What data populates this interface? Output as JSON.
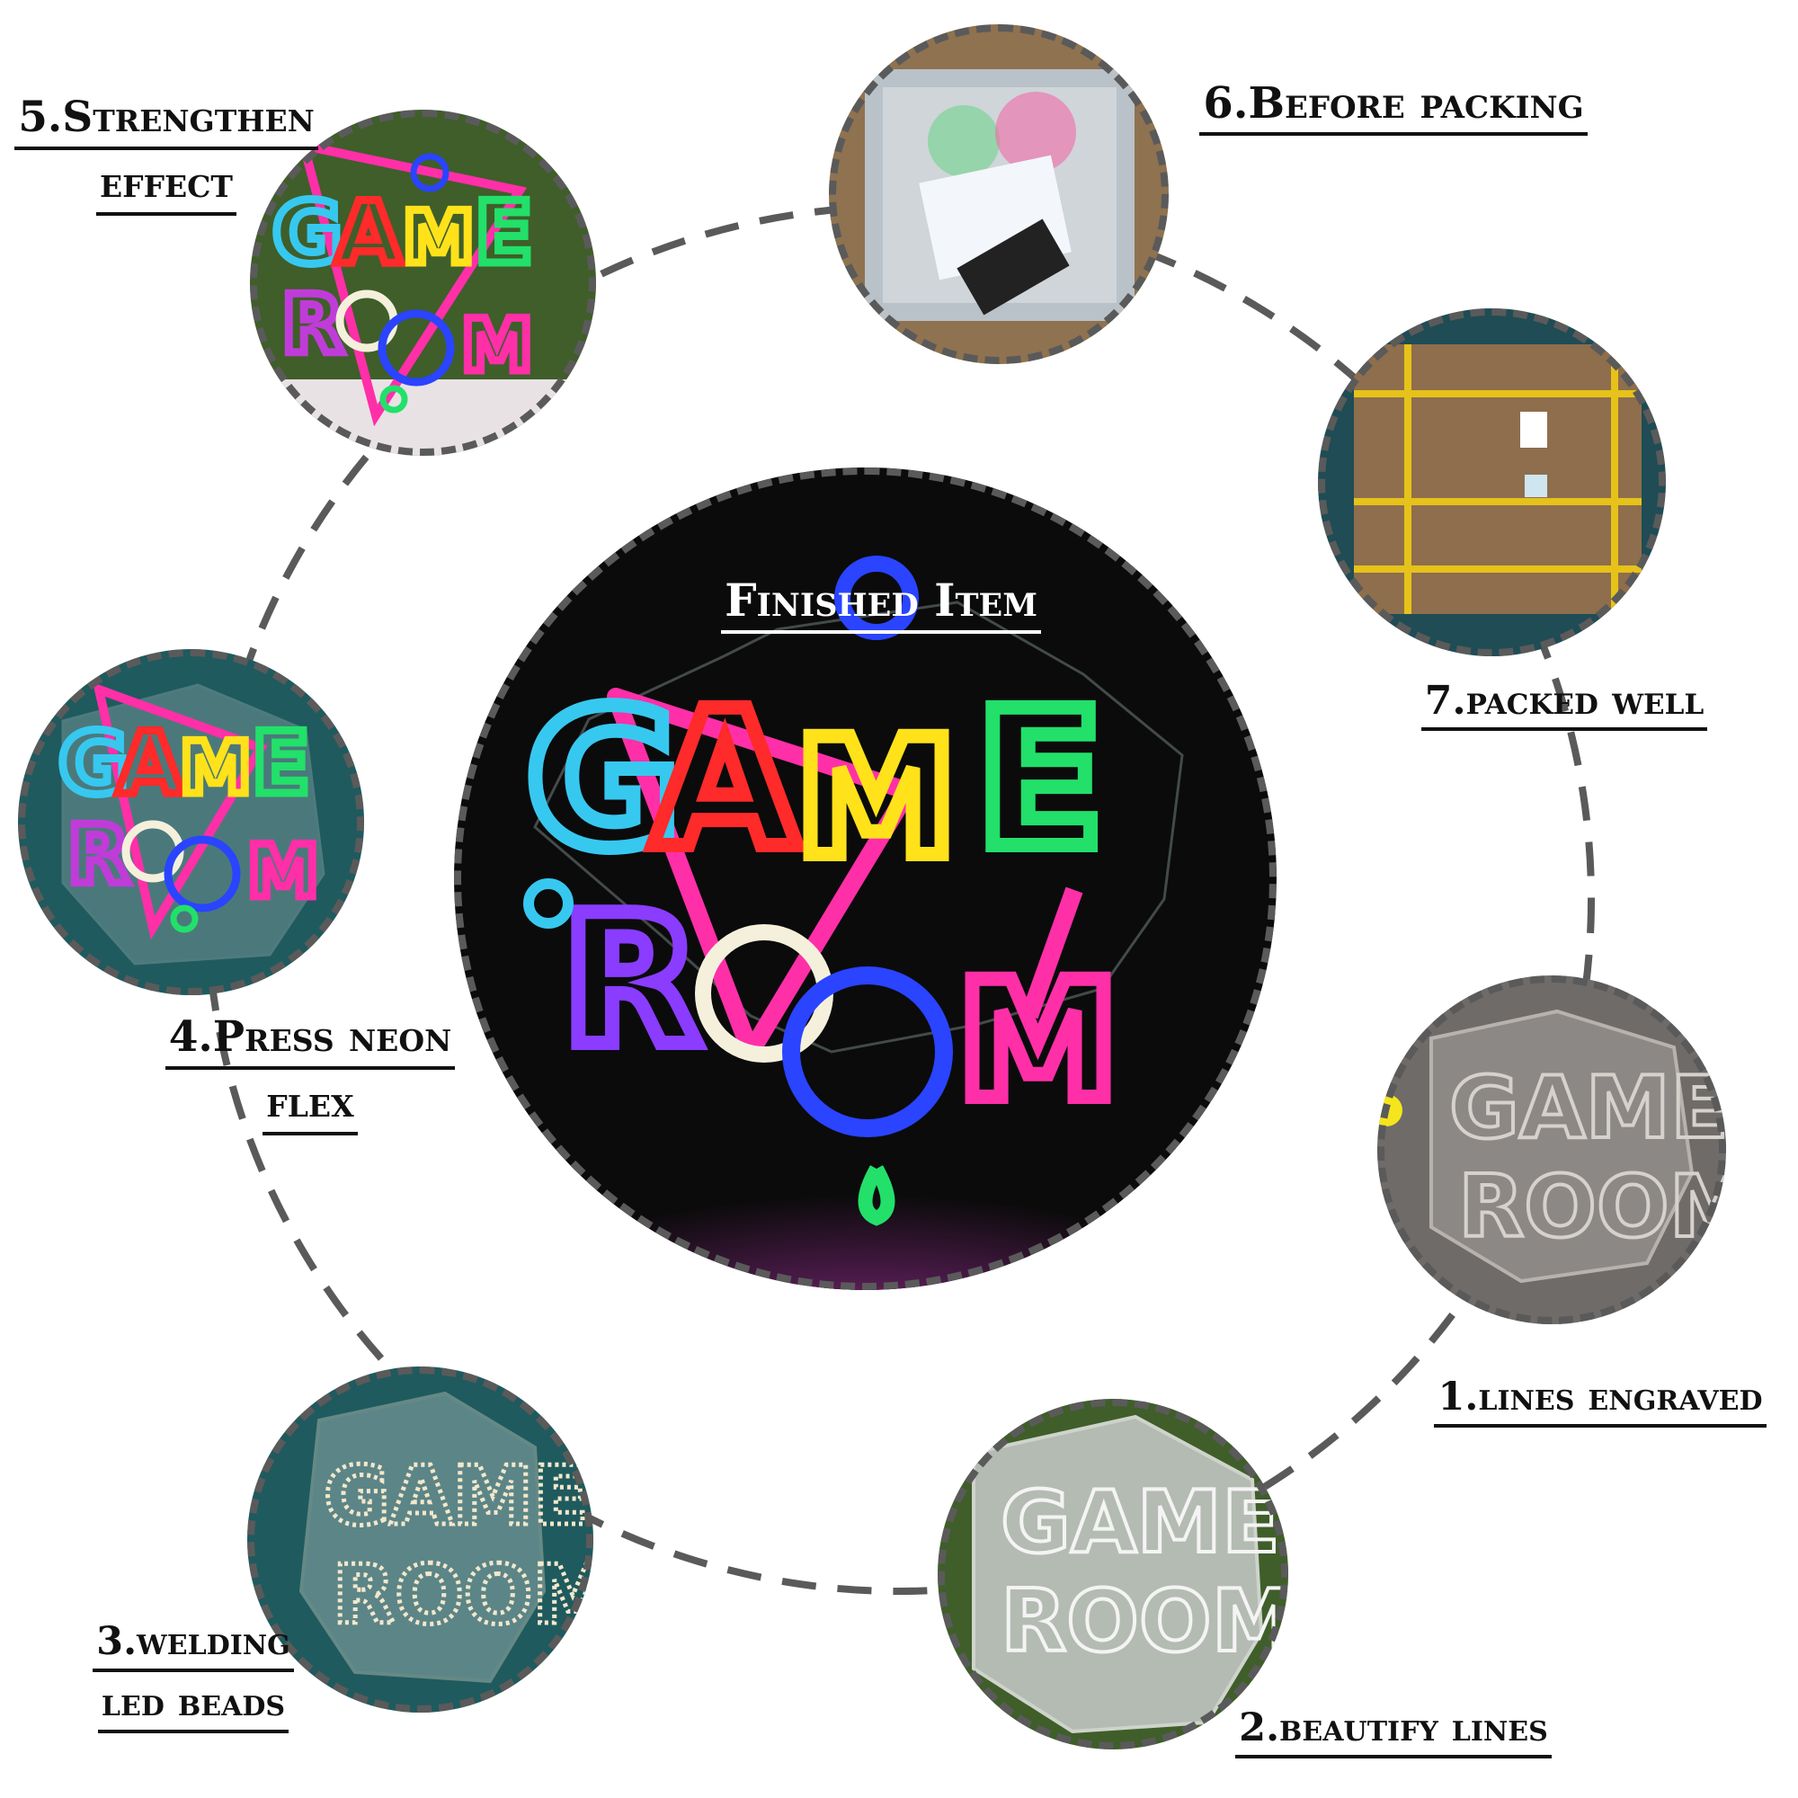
{
  "center": {
    "title": "Finished Item",
    "sign_line1": "GAME",
    "sign_line2": "ROOM"
  },
  "steps": [
    {
      "line1": "1.lines engraved",
      "line2": ""
    },
    {
      "line1": "2.beautify lines",
      "line2": ""
    },
    {
      "line1": "3.welding",
      "line2": "led beads"
    },
    {
      "line1": "4.Press neon",
      "line2": "flex"
    },
    {
      "line1": "5.Strengthen",
      "line2": "effect"
    },
    {
      "line1": "6.Before packing",
      "line2": ""
    },
    {
      "line1": "7.packed well",
      "line2": ""
    }
  ],
  "colors": {
    "ring": "#5a5a5a",
    "center_bg": "#0b0b0b",
    "teal_bg": "#1f5a5e",
    "grass": "#3f5e2a",
    "cardboard": "#9b7a55",
    "neon_pink": "#ff2fa8",
    "neon_cyan": "#37c8f0",
    "neon_red": "#ff2a2a",
    "neon_yellow": "#ffe21a",
    "neon_green": "#22e06a",
    "neon_purple": "#8a3cff",
    "neon_blue": "#2a44ff"
  }
}
